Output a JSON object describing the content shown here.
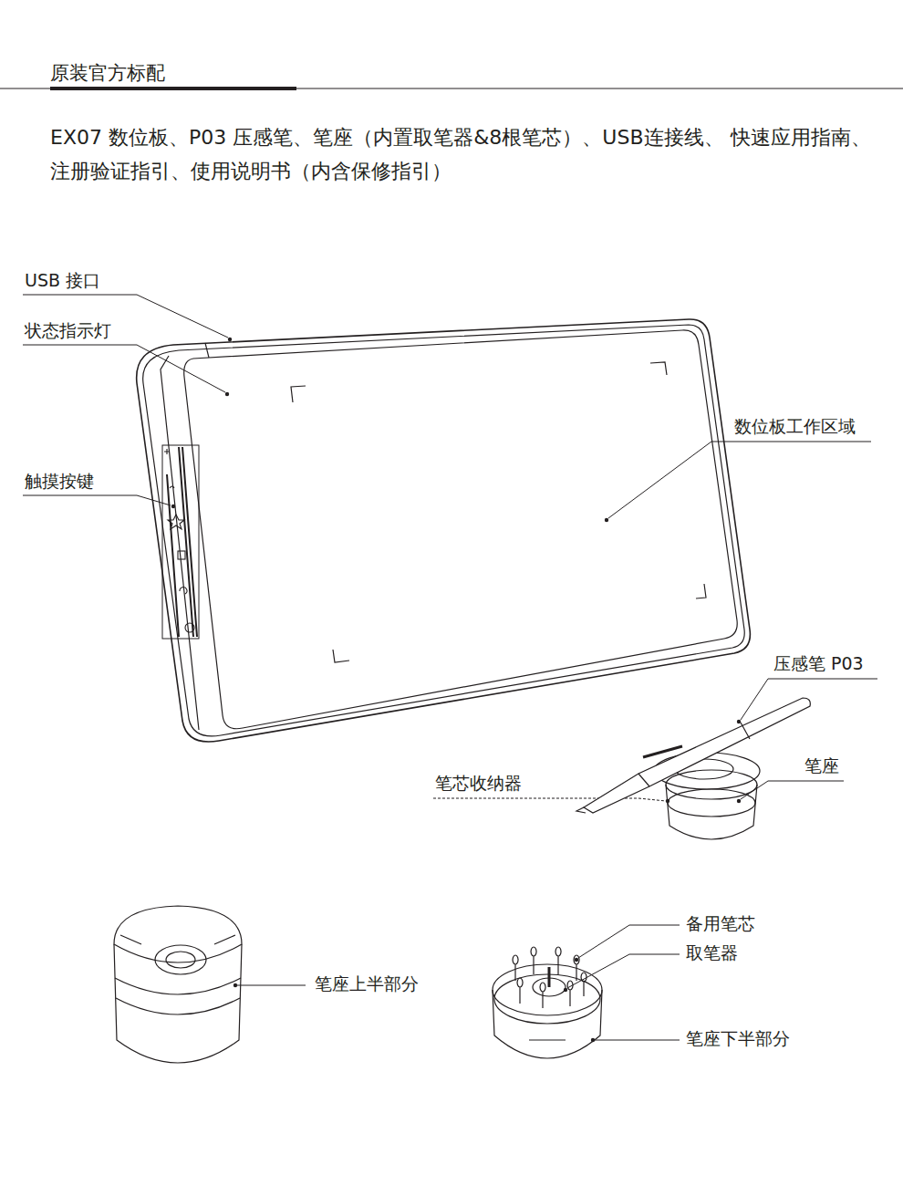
{
  "diagram": {
    "title": "原装官方标配",
    "labels": [
      "EX07 数位板、P03 压感笔、笔座（内置取笔器&8根笔芯）、USB连接线、 快速应用指南、注册验证指引、使用说明书（内含保修指引）",
      "USB 接口",
      "状态指示灯",
      "触摸按键",
      "数位板工作区域",
      "压感笔 P03",
      "笔座",
      "笔芯收纳器",
      "备用笔芯",
      "取笔器",
      "笔座上半部分",
      "笔座下半部分"
    ]
  }
}
